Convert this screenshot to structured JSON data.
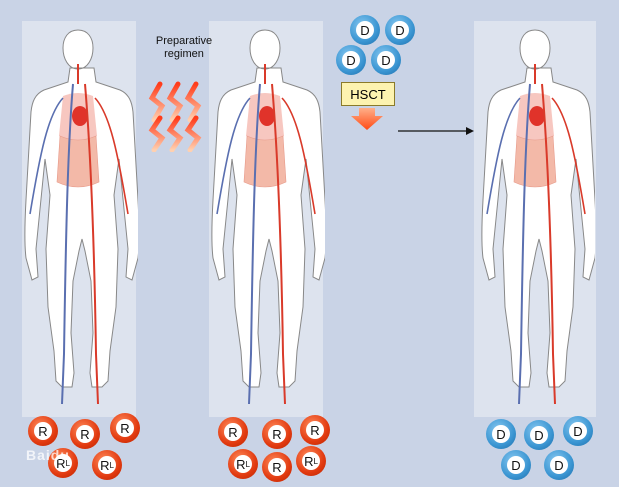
{
  "labels": {
    "preparative_regimen": "Preparative\nregimen",
    "hsct": "HSCT"
  },
  "cells": {
    "recipient": "R",
    "recipient_leukemic": "R",
    "leukemic_subscript": "L",
    "donor": "D"
  },
  "watermark": "Baidu",
  "colors": {
    "background": "#c9d3e6",
    "panel": "#dde3ee",
    "recipient_cell": "#e23a10",
    "donor_cell": "#3a95d2",
    "hsct_box": "#fdf3b0",
    "artery": "#d93a2a",
    "vein": "#5a6fb0"
  },
  "icons": [
    "human-body-icon",
    "heat-wave-icon",
    "down-arrow-icon",
    "right-arrow-icon"
  ]
}
